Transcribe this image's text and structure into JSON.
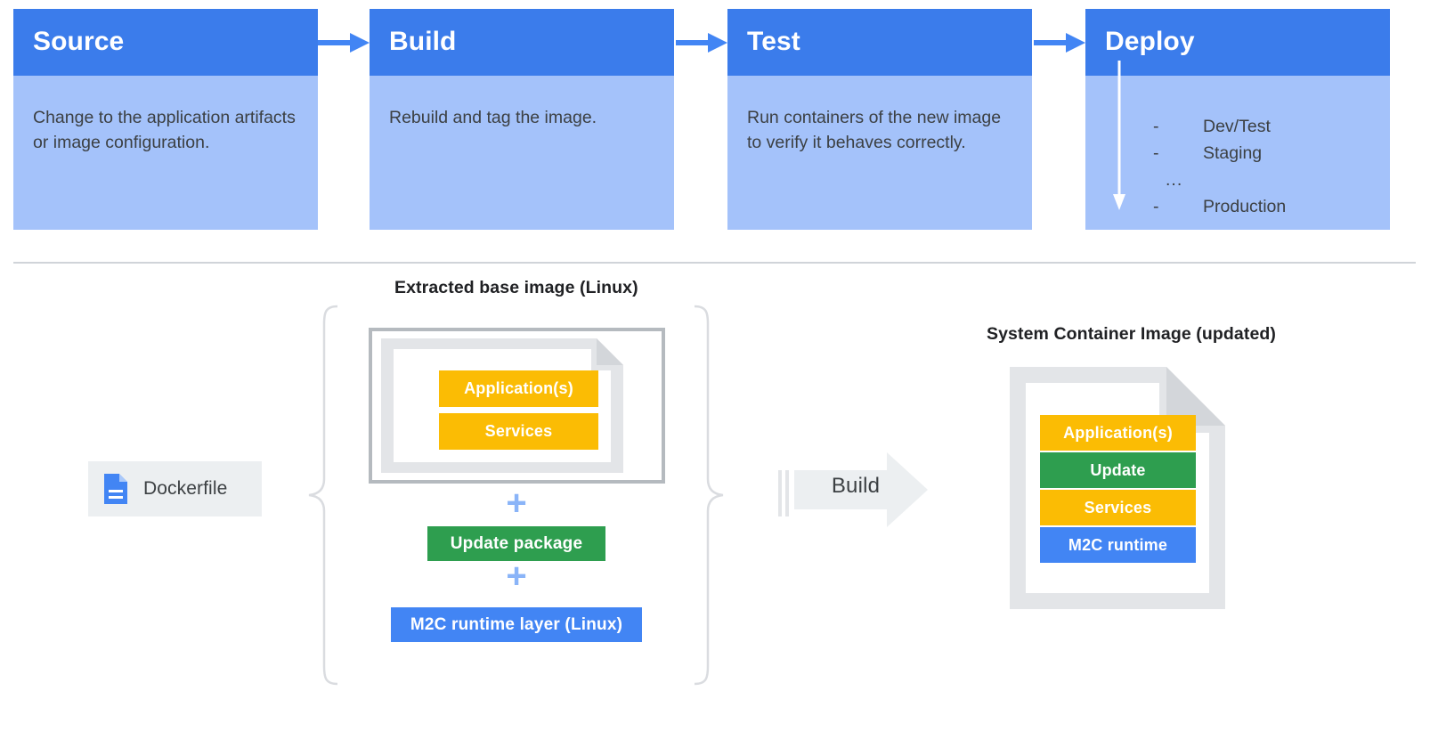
{
  "colors": {
    "header_blue": "#3b7ceb",
    "body_blue": "#a4c2fa",
    "accent_blue": "#4285f4",
    "light_blue": "#8ab4f8",
    "yellow": "#fbbc04",
    "green": "#2e9e4f",
    "gray_border": "#b5babf",
    "gray_fill": "#e3e5e8",
    "chip_gray": "#eceff1",
    "text_dark": "#3c4043",
    "divider": "#d0d4d9"
  },
  "pipeline": {
    "stages": [
      {
        "title": "Source",
        "description": "Change to the application artifacts or image configuration."
      },
      {
        "title": "Build",
        "description": "Rebuild and tag the image."
      },
      {
        "title": "Test",
        "description": "Run containers of the new image to verify it behaves correctly."
      },
      {
        "title": "Deploy",
        "description": ""
      }
    ],
    "deploy_environments": [
      {
        "marker": "-",
        "name": "Dev/Test"
      },
      {
        "marker": "-",
        "name": "Staging"
      },
      {
        "marker": "...",
        "name": ""
      },
      {
        "marker": "-",
        "name": "Production"
      }
    ]
  },
  "lower": {
    "base_image_label": "Extracted base image (Linux)",
    "system_image_label": "System Container Image (updated)",
    "dockerfile_label": "Dockerfile",
    "build_label": "Build",
    "plus_symbol": "+",
    "base_image_layers": [
      {
        "label": "Application(s)",
        "color": "#fbbc04"
      },
      {
        "label": "Services",
        "color": "#fbbc04"
      }
    ],
    "added_layers": [
      {
        "label": "Update package",
        "color": "#2e9e4f"
      },
      {
        "label": "M2C runtime layer (Linux)",
        "color": "#4285f4"
      }
    ],
    "system_image_layers": [
      {
        "label": "Application(s)",
        "color": "#fbbc04"
      },
      {
        "label": "Update",
        "color": "#2e9e4f"
      },
      {
        "label": "Services",
        "color": "#fbbc04"
      },
      {
        "label": "M2C runtime",
        "color": "#4285f4"
      }
    ]
  }
}
